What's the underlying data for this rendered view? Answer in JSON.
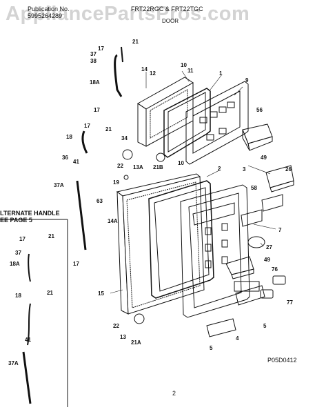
{
  "header": {
    "publication_label": "Publication No.",
    "publication_number": "5995264289",
    "models": "FRT22RGC & FRT22TGC",
    "watermark": "AppliancePartsPros.com",
    "section": "DOOR"
  },
  "alternate_handle_label": [
    "LTERNATE HANDLE",
    "EE PAGE 5"
  ],
  "parts": [
    {
      "id": "p17a",
      "label": "17"
    },
    {
      "id": "p21a",
      "label": "21"
    },
    {
      "id": "p37a",
      "label": "37"
    },
    {
      "id": "p38",
      "label": "38"
    },
    {
      "id": "p14",
      "label": "14"
    },
    {
      "id": "p12",
      "label": "12"
    },
    {
      "id": "p10a",
      "label": "10"
    },
    {
      "id": "p11",
      "label": "11"
    },
    {
      "id": "p1",
      "label": "1"
    },
    {
      "id": "p9",
      "label": "9"
    },
    {
      "id": "p18Aa",
      "label": "18A"
    },
    {
      "id": "p56",
      "label": "56"
    },
    {
      "id": "p17b",
      "label": "17"
    },
    {
      "id": "p17c",
      "label": "17"
    },
    {
      "id": "p21b",
      "label": "21"
    },
    {
      "id": "p18a",
      "label": "18"
    },
    {
      "id": "p34",
      "label": "34"
    },
    {
      "id": "p49a",
      "label": "49"
    },
    {
      "id": "p36",
      "label": "36"
    },
    {
      "id": "p41a",
      "label": "41"
    },
    {
      "id": "p13A",
      "label": "13A"
    },
    {
      "id": "p21B",
      "label": "21B"
    },
    {
      "id": "p10b",
      "label": "10"
    },
    {
      "id": "p22a",
      "label": "22"
    },
    {
      "id": "p19",
      "label": "19"
    },
    {
      "id": "p2",
      "label": "2"
    },
    {
      "id": "p3",
      "label": "3"
    },
    {
      "id": "p26",
      "label": "26"
    },
    {
      "id": "p58",
      "label": "58"
    },
    {
      "id": "p37Aa",
      "label": "37A"
    },
    {
      "id": "p63",
      "label": "63"
    },
    {
      "id": "p14A",
      "label": "14A"
    },
    {
      "id": "p7",
      "label": "7"
    },
    {
      "id": "p27",
      "label": "27"
    },
    {
      "id": "p17d",
      "label": "17"
    },
    {
      "id": "p49b",
      "label": "49"
    },
    {
      "id": "p76",
      "label": "76"
    },
    {
      "id": "p15",
      "label": "15"
    },
    {
      "id": "p77",
      "label": "77"
    },
    {
      "id": "p22b",
      "label": "22"
    },
    {
      "id": "p5a",
      "label": "5"
    },
    {
      "id": "p13",
      "label": "13"
    },
    {
      "id": "p21A",
      "label": "21A"
    },
    {
      "id": "p4",
      "label": "4"
    },
    {
      "id": "p5b",
      "label": "5"
    },
    {
      "id": "p17e",
      "label": "17"
    },
    {
      "id": "p21c",
      "label": "21"
    },
    {
      "id": "p37b",
      "label": "37"
    },
    {
      "id": "p18Ab",
      "label": "18A"
    },
    {
      "id": "p18b",
      "label": "18"
    },
    {
      "id": "p21d",
      "label": "21"
    },
    {
      "id": "p41b",
      "label": "41"
    },
    {
      "id": "p37Ab",
      "label": "37A"
    }
  ],
  "diagram_code": "P05D0412",
  "page_number": "2"
}
